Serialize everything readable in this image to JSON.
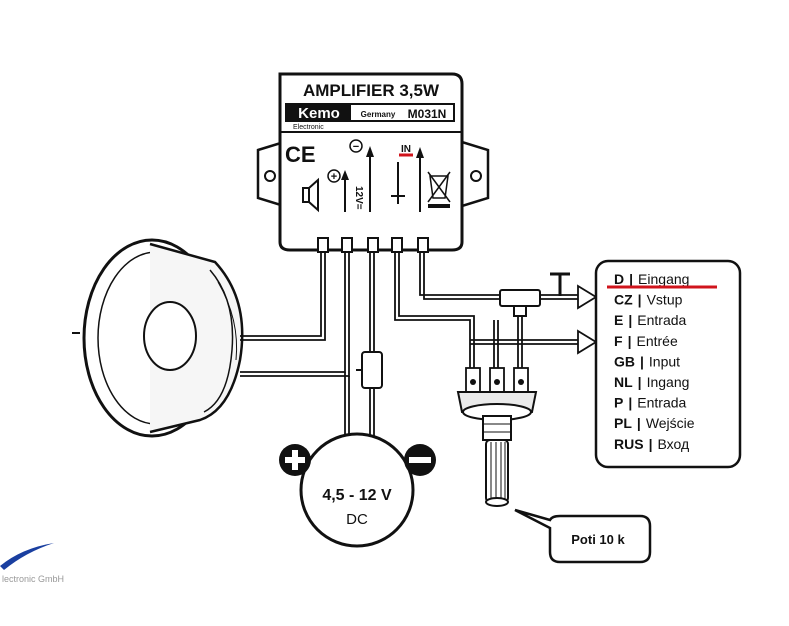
{
  "module": {
    "title": "AMPLIFIER 3,5W",
    "brand": "Kemo",
    "brand_sub": "Electronic",
    "origin": "Germany",
    "model": "M031N",
    "ce_mark": "CE",
    "pin_voltage": "12V=",
    "pin_input": "IN",
    "plus_symbol": "+",
    "minus_symbol": "−"
  },
  "power": {
    "voltage": "4,5 - 12 V",
    "type": "DC",
    "plus": "+",
    "minus": "−"
  },
  "potentiometer": {
    "label": "Poti 10 k"
  },
  "legend": {
    "entries": [
      {
        "code": "D",
        "sep": "|",
        "word": "Eingang"
      },
      {
        "code": "CZ",
        "sep": "|",
        "word": "Vstup"
      },
      {
        "code": "E",
        "sep": "|",
        "word": "Entrada"
      },
      {
        "code": "F",
        "sep": "|",
        "word": "Entrée"
      },
      {
        "code": "GB",
        "sep": "|",
        "word": "Input"
      },
      {
        "code": "NL",
        "sep": "|",
        "word": "Ingang"
      },
      {
        "code": "P",
        "sep": "|",
        "word": "Entrada"
      },
      {
        "code": "PL",
        "sep": "|",
        "word": "Wejście"
      },
      {
        "code": "RUS",
        "sep": "|",
        "word": "Вход"
      }
    ]
  },
  "colors": {
    "line": "#111111",
    "highlight": "#d0141c",
    "logo_blue": "#1a3fa0"
  },
  "footer_fragment": "lectronic GmbH"
}
